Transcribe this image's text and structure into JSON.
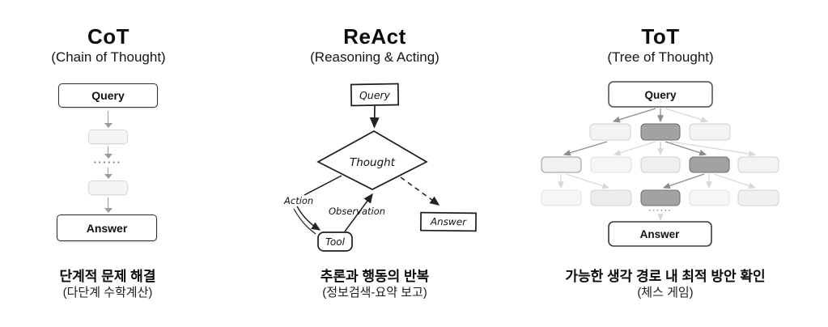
{
  "panels": [
    {
      "title": "CoT",
      "subtitle": "(Chain of Thought)",
      "query_label": "Query",
      "answer_label": "Answer",
      "dots": "······",
      "caption": "단계적 문제 해결",
      "caption_sub": "(다단계 수학계산)"
    },
    {
      "title": "ReAct",
      "subtitle": "(Reasoning & Acting)",
      "query_label": "Query",
      "thought_label": "Thought",
      "action_label": "Action",
      "observation_label": "Observation",
      "tool_label": "Tool",
      "answer_label": "Answer",
      "caption": "추론과 행동의 반복",
      "caption_sub": "(정보검색-요약 보고)"
    },
    {
      "title": "ToT",
      "subtitle": "(Tree of Thought)",
      "query_label": "Query",
      "answer_label": "Answer",
      "dots": "······",
      "caption": "가능한 생각 경로 내 최적 방안 확인",
      "caption_sub": "(체스 게임)"
    }
  ],
  "colors": {
    "arrow_dark": "#8c8c8c",
    "arrow_light": "#d9d9d9",
    "node_dark_fill": "#a2a2a2",
    "node_dark_border": "#6e6e6e",
    "node_light_fill": "#f3f3f3",
    "node_light_border": "#d2d2d2",
    "sketch_outline": "#1f1f1f",
    "box_outline": "#2e2e2e"
  }
}
